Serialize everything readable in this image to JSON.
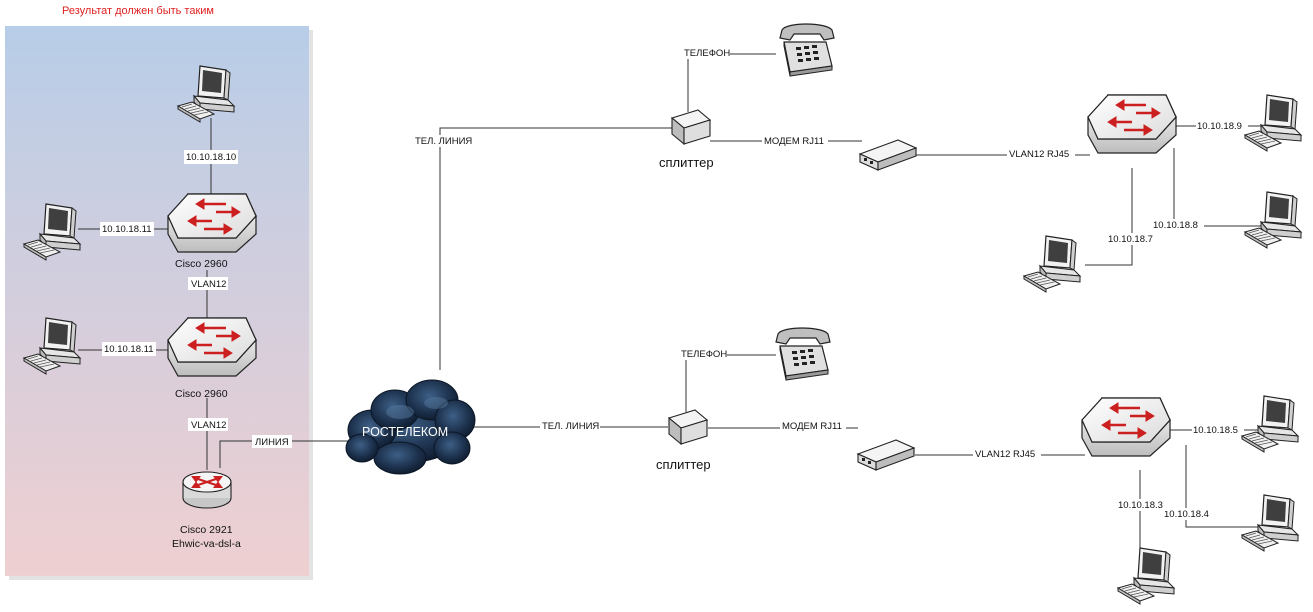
{
  "colors": {
    "panel_top": "#b8cde8",
    "panel_bottom": "#efcfd1",
    "title": "#e02020",
    "switch_arrow": "#cc1f1f",
    "cloud": "#1b2f4a"
  },
  "reference_panel": {
    "title": "Результат должен быть таким",
    "pc_top_ip": "10.10.18.10",
    "pc_mid_ip": "10.10.18.11",
    "pc_low_ip": "10.10.18.11",
    "switch1_label": "Cisco 2960",
    "vlan_between": "VLAN12",
    "switch2_label": "Cisco 2960",
    "vlan_to_router": "VLAN12",
    "router_label_1": "Cisco 2921",
    "router_label_2": "Ehwic-va-dsl-a",
    "router_line_label": "ЛИНИЯ"
  },
  "cloud": {
    "label": "РОСТЕЛЕКОМ",
    "icon": "cloud-icon"
  },
  "top_branch": {
    "line_label": "ТЕЛ. ЛИНИЯ",
    "phone_label": "ТЕЛЕФОН",
    "splitter_label": "сплиттер",
    "modem_link": "МОДЕМ RJ11",
    "switch_link": "VLAN12 RJ45",
    "ip_pc1": "10.10.18.9",
    "ip_pc2": "10.10.18.8",
    "ip_pc3": "10.10.18.7"
  },
  "bottom_branch": {
    "line_label": "ТЕЛ. ЛИНИЯ",
    "phone_label": "ТЕЛЕФОН",
    "splitter_label": "сплиттер",
    "modem_link": "МОДЕМ RJ11",
    "switch_link": "VLAN12 RJ45",
    "ip_pc1": "10.10.18.5",
    "ip_pc2": "10.10.18.4",
    "ip_pc3": "10.10.18.3"
  }
}
